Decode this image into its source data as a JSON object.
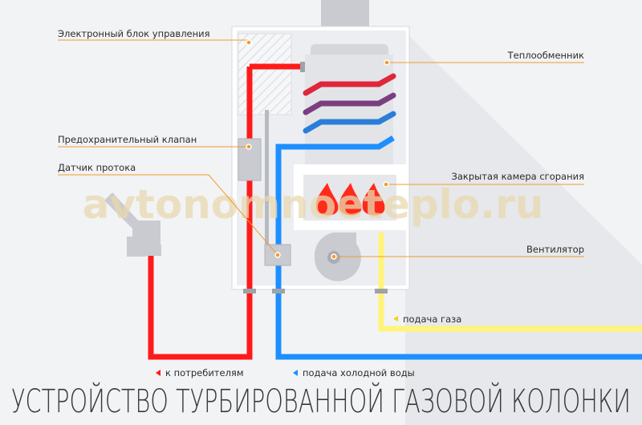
{
  "title": "УСТРОЙСТВО ТУРБИРОВАННОЙ ГАЗОВОЙ КОЛОНКИ",
  "watermark": "avtonomnoeteplo.ru",
  "labels": {
    "control_unit": "Электронный блок управления",
    "safety_valve": "Предохранительный клапан",
    "flow_sensor": "Датчик протока",
    "heat_exchanger": "Теплообменник",
    "combustion_chamber": "Закрытая камера сгорания",
    "fan": "Вентилятор",
    "gas_supply": "подача газа",
    "to_consumers": "к потребителям",
    "cold_water": "подача холодной воды"
  },
  "colors": {
    "hot": "#ff1a1a",
    "cold": "#1e8fff",
    "gas": "#fff47a",
    "accent": "#f39a2b",
    "purple": "#7b3f7f"
  }
}
